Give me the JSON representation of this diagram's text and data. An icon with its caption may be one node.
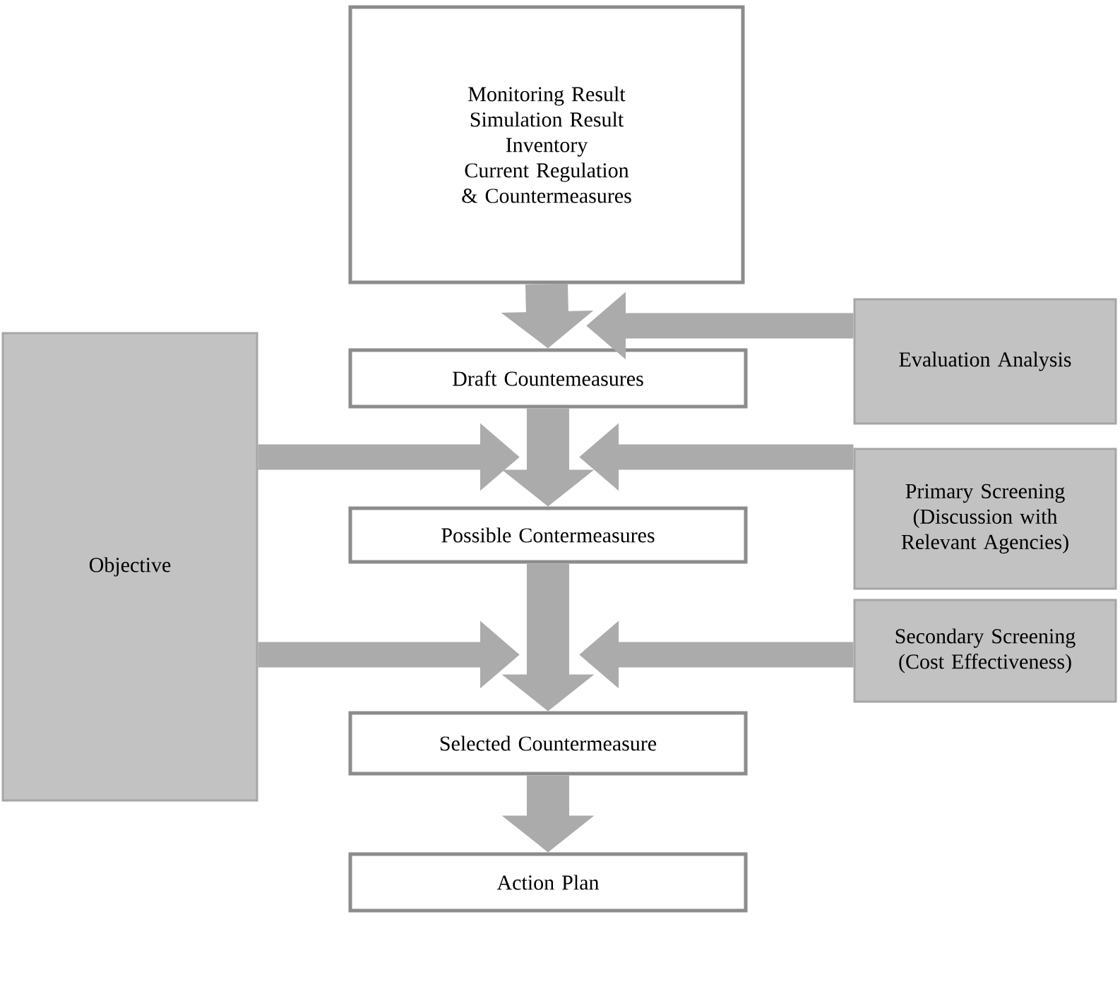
{
  "diagram": {
    "nodes": [
      {
        "text": [
          "Monitoring Result",
          "Simulation Result",
          "Inventory",
          "Current Regulation",
          "& Countermeasures"
        ]
      },
      {
        "text": [
          "Evaluation Analysis"
        ]
      },
      {
        "text": [
          "Draft Countemeasures"
        ]
      },
      {
        "text": [
          "Objective"
        ]
      },
      {
        "text": [
          "Primary Screening (Discussion with Relevant Agencies)"
        ]
      },
      {
        "text": [
          "Possible  Contermeasures"
        ]
      },
      {
        "text": [
          "Secondary Screening (Cost Effectiveness)"
        ]
      },
      {
        "text": [
          "Selected Countermeasure"
        ]
      },
      {
        "text": [
          "Action Plan"
        ]
      }
    ],
    "edges": [
      {
        "from": 0,
        "to": 2,
        "arrow": "to"
      },
      {
        "from": 1,
        "to": 2,
        "arrow": "to"
      },
      {
        "from": 3,
        "to": 5,
        "arrow": "to"
      },
      {
        "from": 4,
        "to": 5,
        "arrow": "to"
      },
      {
        "from": 2,
        "to": 5,
        "arrow": "to"
      },
      {
        "from": 3,
        "to": 7,
        "arrow": "to"
      },
      {
        "from": 6,
        "to": 7,
        "arrow": "to"
      },
      {
        "from": 5,
        "to": 7,
        "arrow": "to"
      },
      {
        "from": 7,
        "to": 8,
        "arrow": "to"
      }
    ]
  }
}
